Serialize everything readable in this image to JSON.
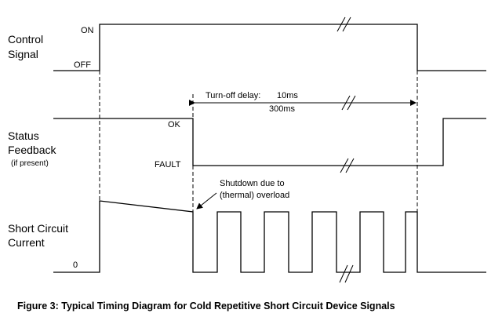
{
  "signals": {
    "control": {
      "label_line1": "Control",
      "label_line2": "Signal",
      "level_high": "ON",
      "level_low": "OFF"
    },
    "status": {
      "label_line1": "Status",
      "label_line2": "Feedback",
      "label_line3": "(if present)",
      "level_high": "OK",
      "level_low": "FAULT"
    },
    "current": {
      "label_line1": "Short Circuit",
      "label_line2": "Current",
      "level_low": "0"
    }
  },
  "annotations": {
    "turnoff_label": "Turn-off delay:",
    "turnoff_value1": "10ms",
    "turnoff_value2": "300ms",
    "shutdown_line1": "Shutdown due to",
    "shutdown_line2": "(thermal) overload"
  },
  "caption": "Figure 3:  Typical Timing Diagram for Cold Repetitive Short Circuit Device Signals"
}
